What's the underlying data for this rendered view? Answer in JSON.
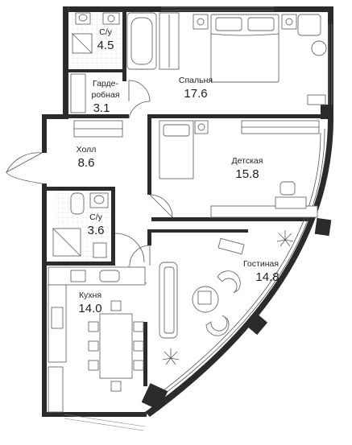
{
  "rooms": [
    {
      "id": "bath1",
      "name": "С/у",
      "area": "4.5"
    },
    {
      "id": "bedroom",
      "name": "Спальня",
      "area": "17.6"
    },
    {
      "id": "wardrobe",
      "name": "Гарде-\nробная",
      "name_line1": "Гарде-",
      "name_line2": "робная",
      "area": "3.1"
    },
    {
      "id": "hall",
      "name": "Холл",
      "area": "8.6"
    },
    {
      "id": "kids",
      "name": "Детская",
      "area": "15.8"
    },
    {
      "id": "bath2",
      "name": "С/у",
      "area": "3.6"
    },
    {
      "id": "living",
      "name": "Гостиная",
      "area": "14.8"
    },
    {
      "id": "kitchen",
      "name": "Кухня",
      "area": "14.0"
    }
  ],
  "colors": {
    "wall": "#2b2b2b",
    "line": "#555555",
    "furniture": "#6a6a6a",
    "background": "#ffffff"
  }
}
